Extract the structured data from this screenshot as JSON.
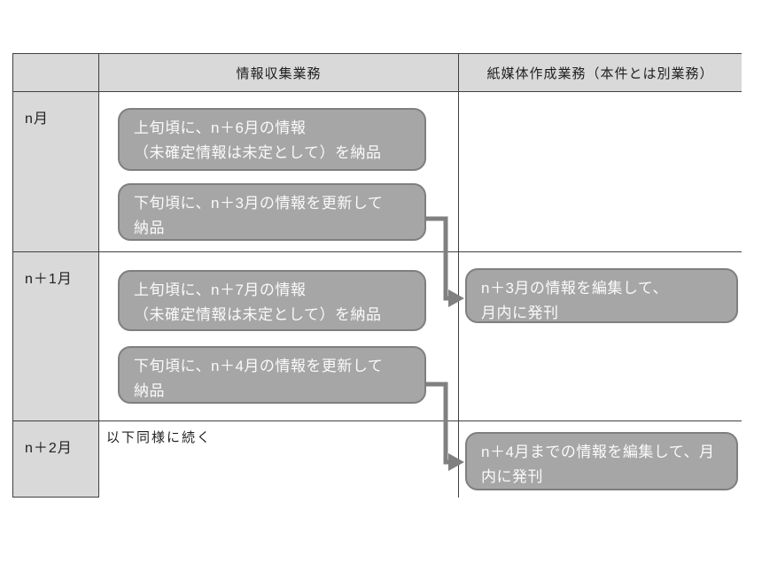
{
  "colors": {
    "border": "#404040",
    "header_fill": "#d9d9d9",
    "label_fill": "#d9d9d9",
    "box_fill": "#a6a6a6",
    "box_border": "#7f7f7f",
    "box_text": "#fafafa",
    "arrow": "#808080",
    "text": "#1f1f1f"
  },
  "table": {
    "headers": [
      "",
      "情報収集業務",
      "紙媒体作成業務（本件とは別業務）"
    ],
    "rows": [
      {
        "label": "n月"
      },
      {
        "label": "n＋1月"
      },
      {
        "label": "n＋2月"
      }
    ],
    "note": "以下同様に続く"
  },
  "boxes": {
    "b1": "上旬頃に、n＋6月の情報\n（未確定情報は未定として）を納品",
    "b2": "下旬頃に、n＋3月の情報を更新して\n納品",
    "b3": "上旬頃に、n＋7月の情報\n（未確定情報は未定として）を納品",
    "b4": "下旬頃に、n＋4月の情報を更新して\n納品",
    "b5": "n＋3月の情報を編集して、\n月内に発刊",
    "b6": "n＋4月までの情報を編集して、月\n内に発刊"
  }
}
